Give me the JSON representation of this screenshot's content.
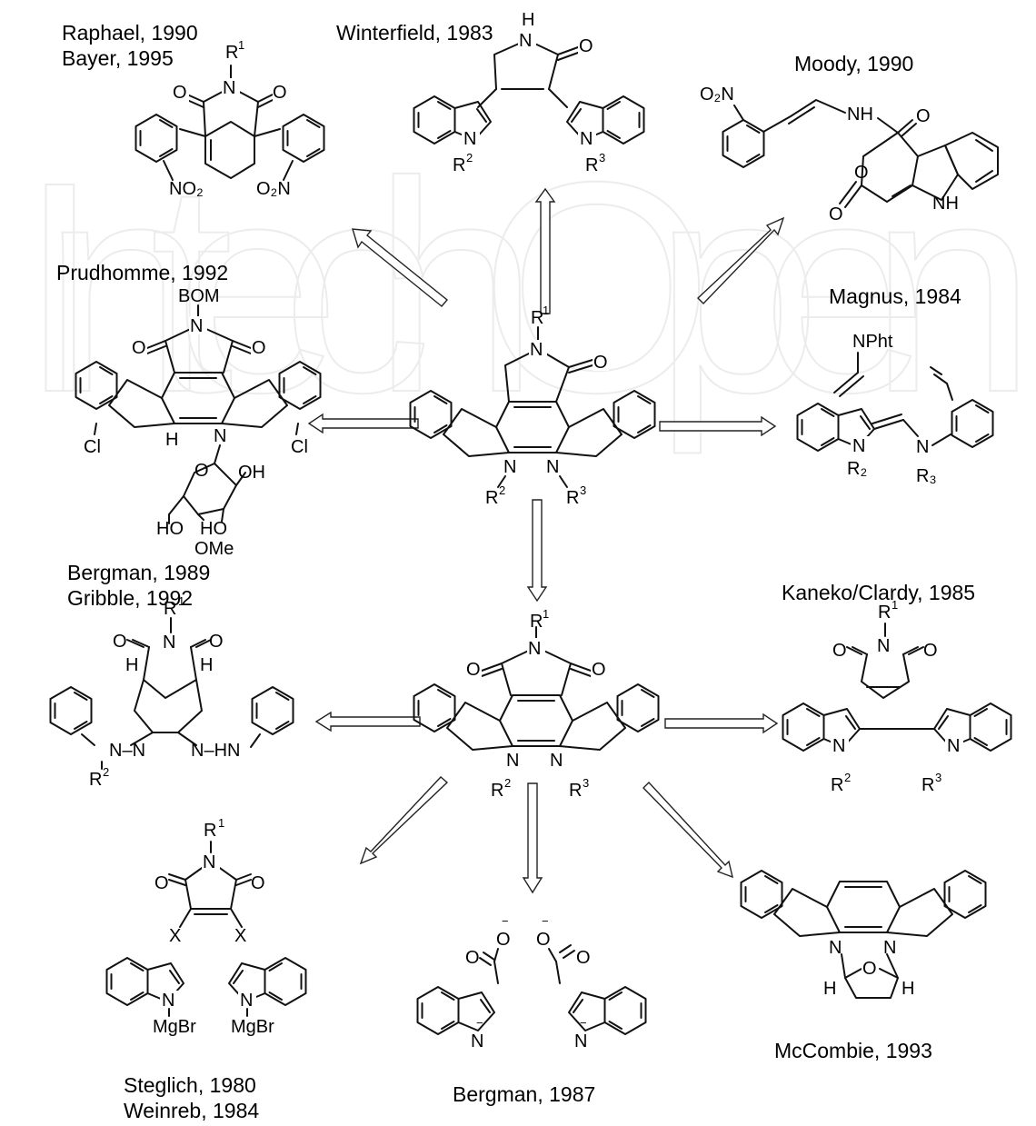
{
  "watermark": "IntechOpen",
  "labels": {
    "raphael": "Raphael, 1990",
    "bayer": "Bayer, 1995",
    "winterfield": "Winterfield, 1983",
    "moody": "Moody, 1990",
    "prudhomme": "Prudhomme, 1992",
    "magnus": "Magnus, 1984",
    "bergman1989": "Bergman, 1989",
    "gribble": "Gribble, 1992",
    "kaneko": "Kaneko/Clardy, 1985",
    "mccombie": "McCombie, 1993",
    "steglich": "Steglich, 1980",
    "weinreb": "Weinreb, 1984",
    "bergman1987": "Bergman, 1987"
  },
  "atoms": {
    "N": "N",
    "O": "O",
    "H": "H",
    "R": "R",
    "sup1": "1",
    "sup2": "2",
    "sup3": "3",
    "NH": "NH",
    "NH2": "H",
    "NO2": "NO₂",
    "O2N": "O₂N",
    "BOM": "BOM",
    "Cl": "Cl",
    "OH": "OH",
    "HO": "HO",
    "OMe": "OMe",
    "NPht": "NPht",
    "R2": "R₂",
    "R3": "R₃",
    "Hleft": "H",
    "Hright": "H",
    "NN": "N–N",
    "NHN": "N–HN",
    "X": "X",
    "MgBr": "MgBr",
    "minus": "−"
  }
}
